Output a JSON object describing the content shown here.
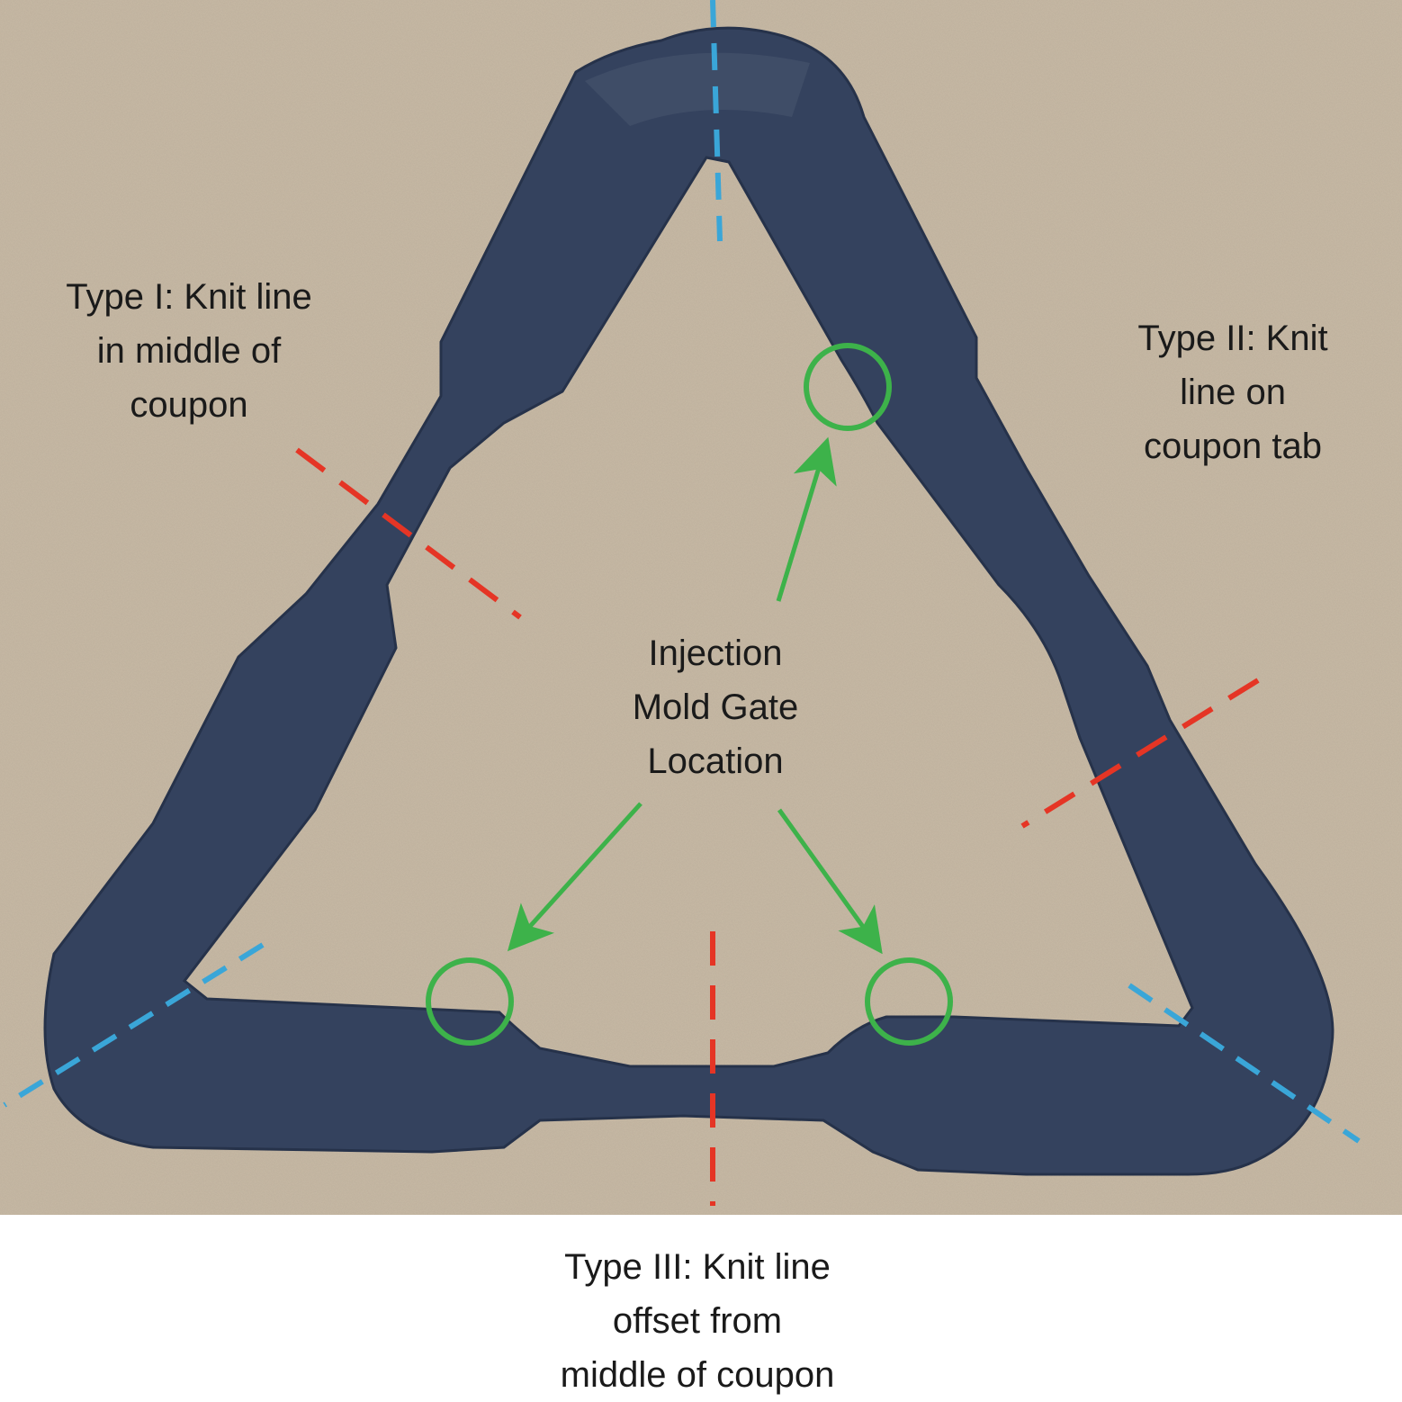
{
  "colors": {
    "background_board": "#c9bba6",
    "coupon_fill": "#34425e",
    "page_bottom": "#ffffff",
    "knit_line": "#e53525",
    "weld_line": "#3aa6d8",
    "gate_marker": "#3db24a",
    "text": "#1a1a1a"
  },
  "labels": {
    "type1": [
      "Type I: Knit line",
      "in middle of",
      "coupon"
    ],
    "type2": [
      "Type II: Knit",
      "line on",
      "coupon tab"
    ],
    "gate": [
      "Injection",
      "Mold Gate",
      "Location"
    ],
    "type3": [
      "Type III: Knit line",
      "offset from",
      "middle of coupon"
    ]
  },
  "markers": {
    "gate_circle_count": 3,
    "red_knit_line_count": 3,
    "blue_corner_line_count": 3
  }
}
